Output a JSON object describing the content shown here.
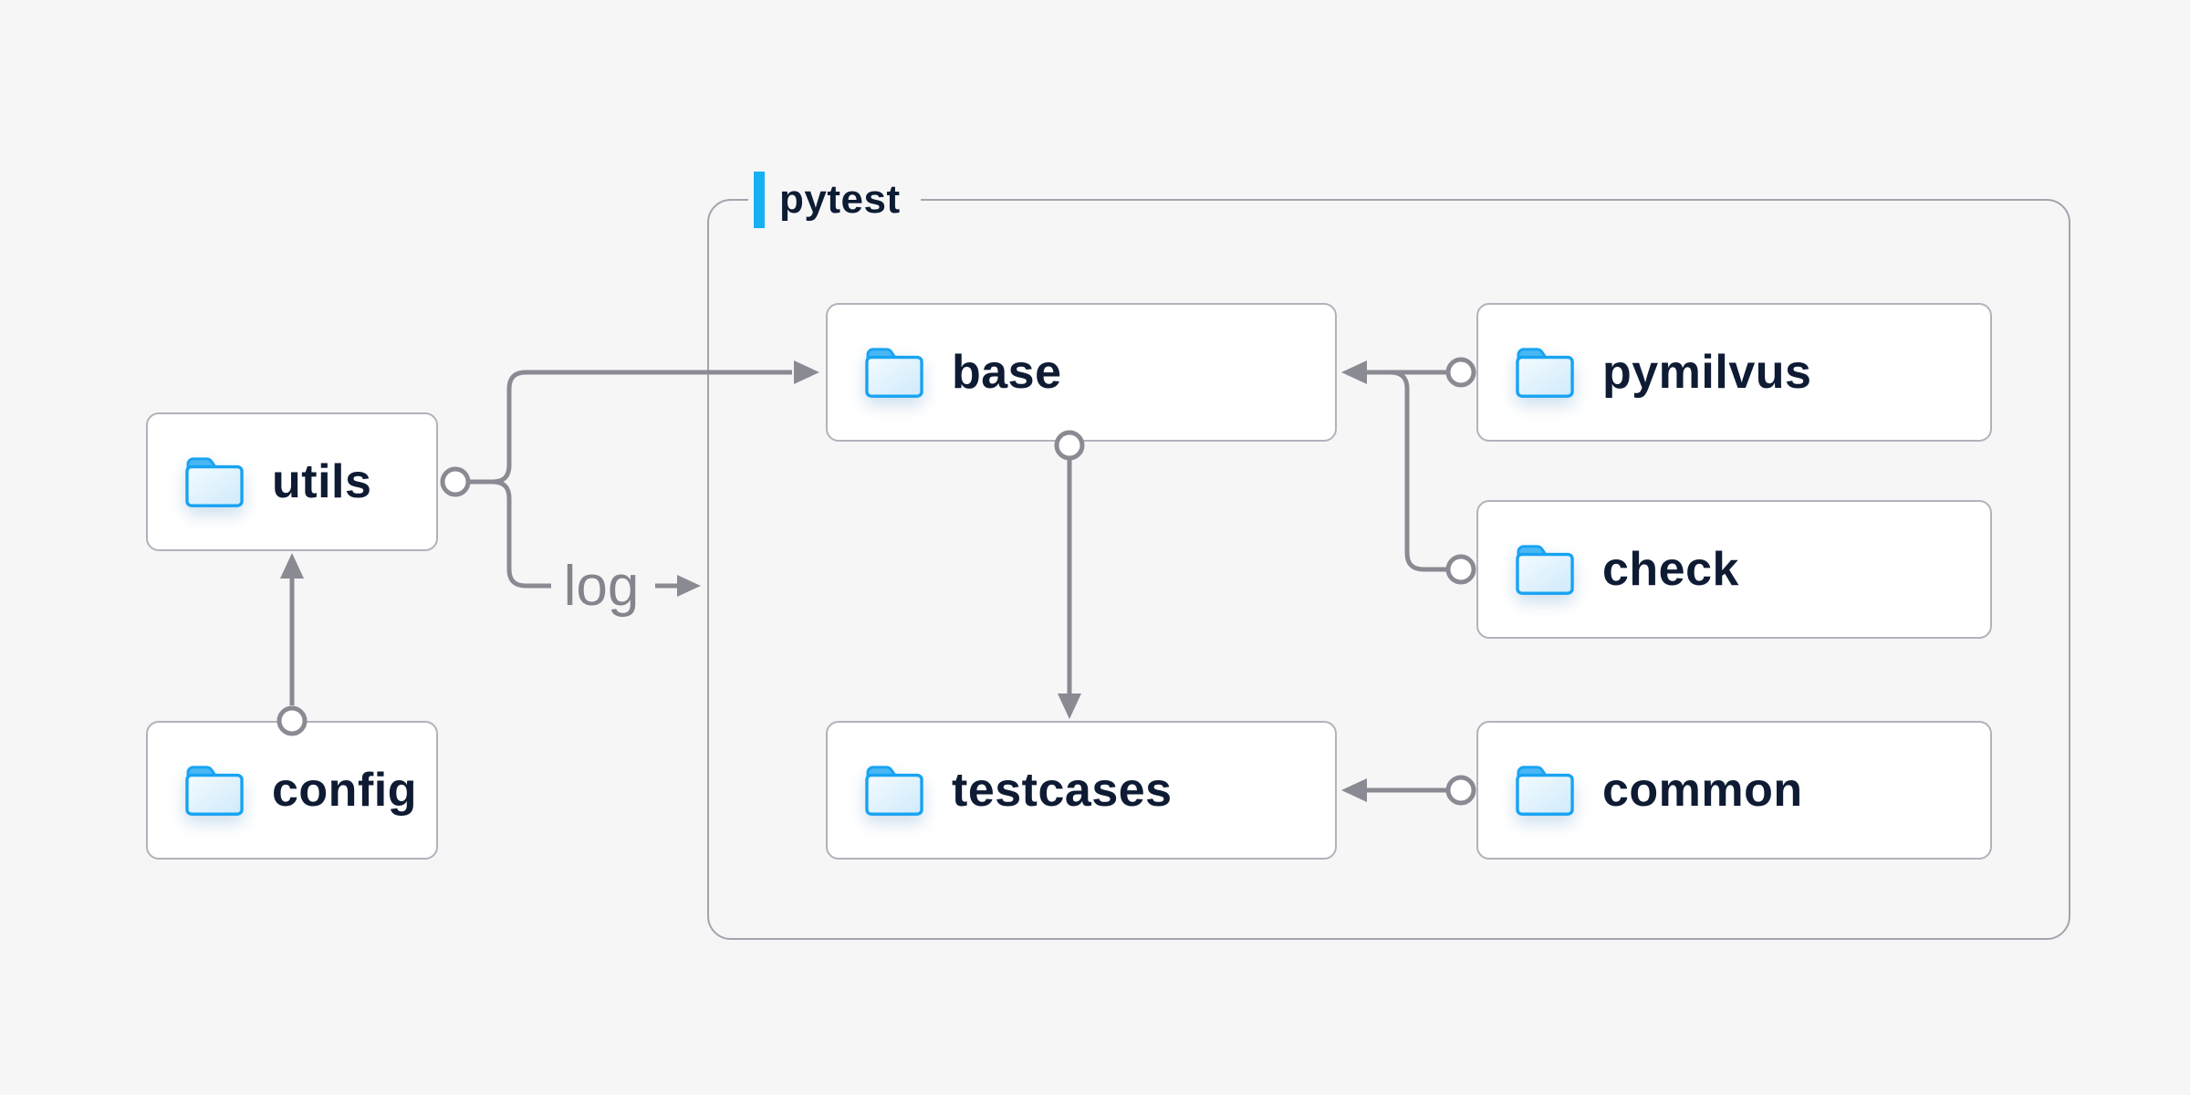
{
  "diagram": {
    "container_label": "pytest",
    "edge_label": "log",
    "nodes": {
      "utils": {
        "label": "utils"
      },
      "config": {
        "label": "config"
      },
      "base": {
        "label": "base"
      },
      "pymilvus": {
        "label": "pymilvus"
      },
      "check": {
        "label": "check"
      },
      "testcases": {
        "label": "testcases"
      },
      "common": {
        "label": "common"
      }
    },
    "edges": [
      {
        "from": "config",
        "to": "utils"
      },
      {
        "from": "utils",
        "to": "base"
      },
      {
        "from": "utils",
        "to": "pytest",
        "label": "log"
      },
      {
        "from": "pymilvus",
        "to": "base"
      },
      {
        "from": "check",
        "to": "base"
      },
      {
        "from": "base",
        "to": "testcases"
      },
      {
        "from": "common",
        "to": "testcases"
      }
    ],
    "colors": {
      "background": "#f6f6f7",
      "accent_blue": "#16b1f3",
      "connector": "#8a8a93",
      "node_border": "#b2b2bc",
      "container_border": "#a4a4af",
      "node_text": "#0e1b33",
      "edge_label_text": "#84848d",
      "folder_stroke": "#17a3f2",
      "folder_tab": "#4ab7f4"
    }
  }
}
